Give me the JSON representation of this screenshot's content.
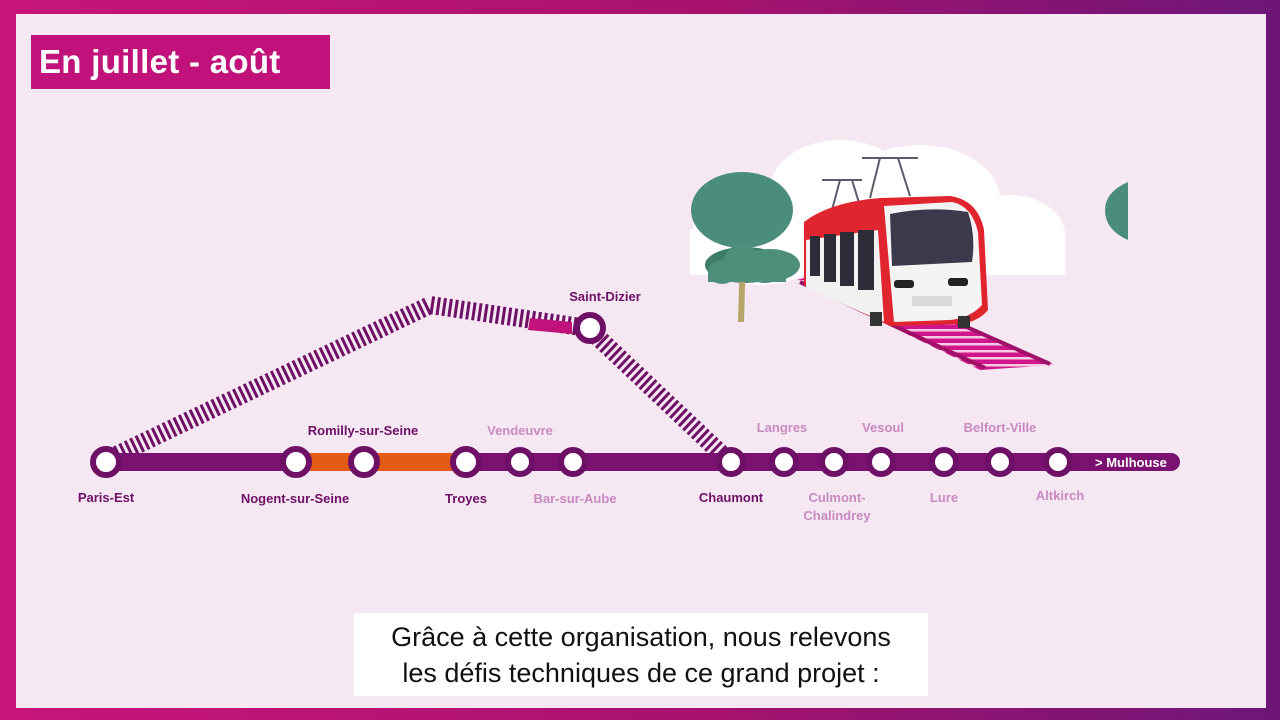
{
  "header": {
    "title": "En juillet - août"
  },
  "colors": {
    "frame": "#c0127a",
    "panel": "#f5e8f2",
    "line": "#7b1170",
    "active_segment": "#e35b17",
    "station_dark": "#6e1066",
    "station_light": "#c88ac0",
    "train_red": "#e0252f"
  },
  "stations": {
    "paris_est": "Paris-Est",
    "nogent": "Nogent-sur-Seine",
    "romilly": "Romilly-sur-Seine",
    "troyes": "Troyes",
    "vendeuvre": "Vendeuvre",
    "bar_sur_aube": "Bar-sur-Aube",
    "saint_dizier": "Saint-Dizier",
    "chaumont": "Chaumont",
    "langres": "Langres",
    "culmont_1": "Culmont-",
    "culmont_2": "Chalindrey",
    "vesoul": "Vesoul",
    "lure": "Lure",
    "belfort": "Belfort-Ville",
    "altkirch": "Altkirch",
    "mulhouse": "> Mulhouse"
  },
  "subtitle": {
    "line1": "Grâce à cette organisation, nous relevons",
    "line2": "les défis techniques de ce grand projet :"
  },
  "icons": [
    "train-icon",
    "tree-icon",
    "cloud-icon",
    "bush-icon"
  ]
}
